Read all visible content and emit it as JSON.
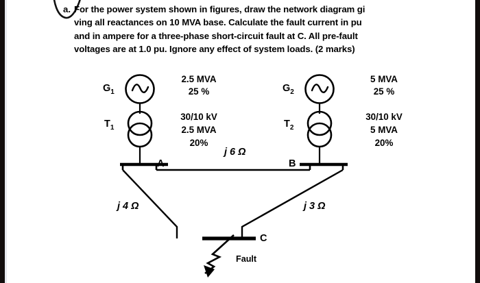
{
  "question": {
    "item_label": "a.",
    "lines": [
      "For the power system shown in figures, draw the network diagram gi",
      "ving all reactances on 10 MVA base. Calculate the fault current in pu",
      "and in ampere for a three-phase short-circuit fault at C. All pre-fault",
      "voltages are at 1.0 pu. Ignore any effect of system loads. (2 marks)"
    ],
    "marks": "(2 marks)"
  },
  "diagram": {
    "generators": [
      {
        "id": "G",
        "subscript": "1",
        "rating_mva": "2.5 MVA",
        "reactance_pct": "25 %"
      },
      {
        "id": "G",
        "subscript": "2",
        "rating_mva": "5 MVA",
        "reactance_pct": "25 %"
      }
    ],
    "transformers": [
      {
        "id": "T",
        "subscript": "1",
        "voltage_ratio": "30/10 kV",
        "rating_mva": "2.5 MVA",
        "reactance_pct": "20%"
      },
      {
        "id": "T",
        "subscript": "2",
        "voltage_ratio": "30/10 kV",
        "rating_mva": "5 MVA",
        "reactance_pct": "20%"
      }
    ],
    "buses": [
      {
        "name": "A"
      },
      {
        "name": "B"
      },
      {
        "name": "C"
      }
    ],
    "lines": [
      {
        "from": "A",
        "to": "B",
        "impedance": "j 6 Ω"
      },
      {
        "from": "A",
        "to": "C",
        "impedance": "j 4 Ω"
      },
      {
        "from": "B",
        "to": "C",
        "impedance": "j 3 Ω"
      }
    ],
    "fault": {
      "label": "Fault",
      "at_bus": "C",
      "type": "three-phase short-circuit"
    }
  },
  "colors": {
    "ink": "#000000",
    "paper": "#ffffff",
    "scan_edge": "#120d0c"
  }
}
